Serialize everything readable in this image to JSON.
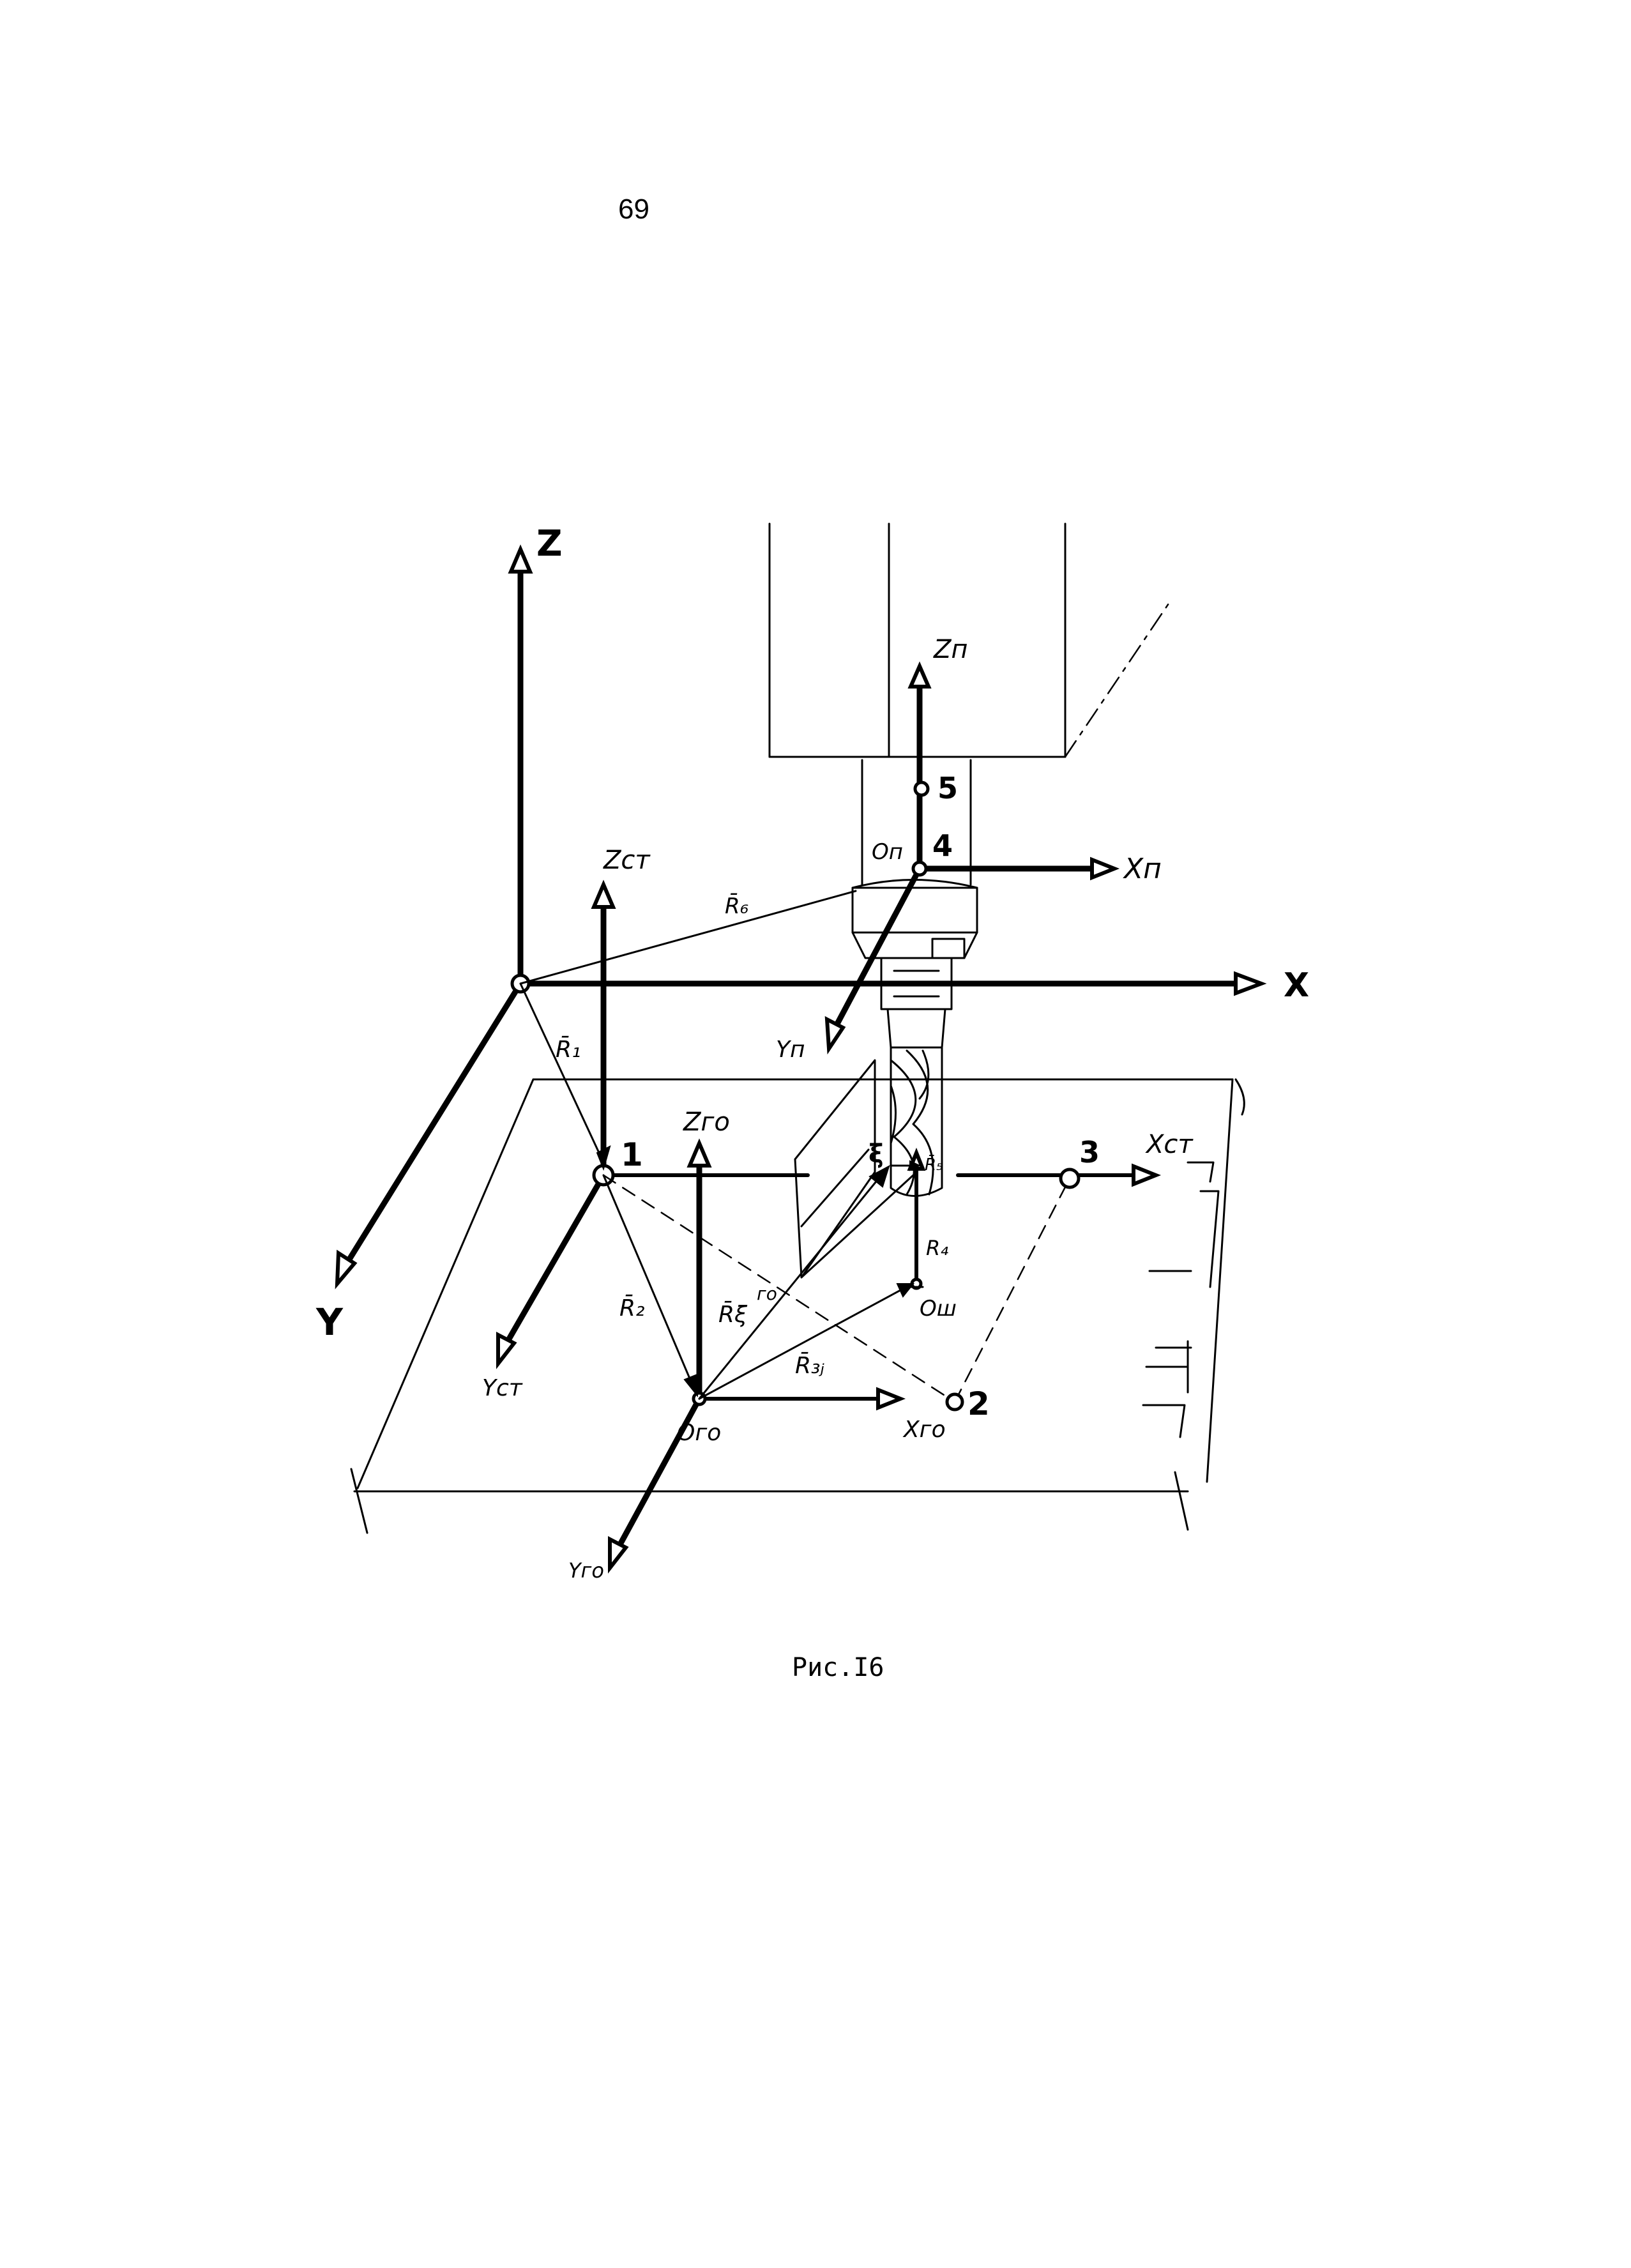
{
  "page": {
    "number": "69",
    "caption": "Рис.I6"
  },
  "diagram": {
    "axes_global": {
      "z": "Z",
      "x": "X",
      "y": "Y"
    },
    "axes_table": {
      "z": "Zст",
      "x": "Xст",
      "y": "Yст"
    },
    "axes_workpiece": {
      "z": "Zго",
      "x": "Xго",
      "y": "Yго",
      "origin": "Oго"
    },
    "axes_spindle": {
      "z": "Zп",
      "x": "Xп",
      "y": "Yп",
      "origin": "Oп"
    },
    "points": {
      "p1": "1",
      "p2": "2",
      "p3": "3",
      "p4": "4",
      "p5": "5"
    },
    "vectors": {
      "r1": "R̄₁",
      "r2": "R̄₂",
      "r3j": "R̄₃ⱼ",
      "r4": "R₄",
      "r5": "R̄₅",
      "r6": "R̄₆",
      "rxi": "R̄ξ",
      "rxi_sup": "го",
      "xi": "ξ"
    },
    "tool_origin": "Oш"
  }
}
